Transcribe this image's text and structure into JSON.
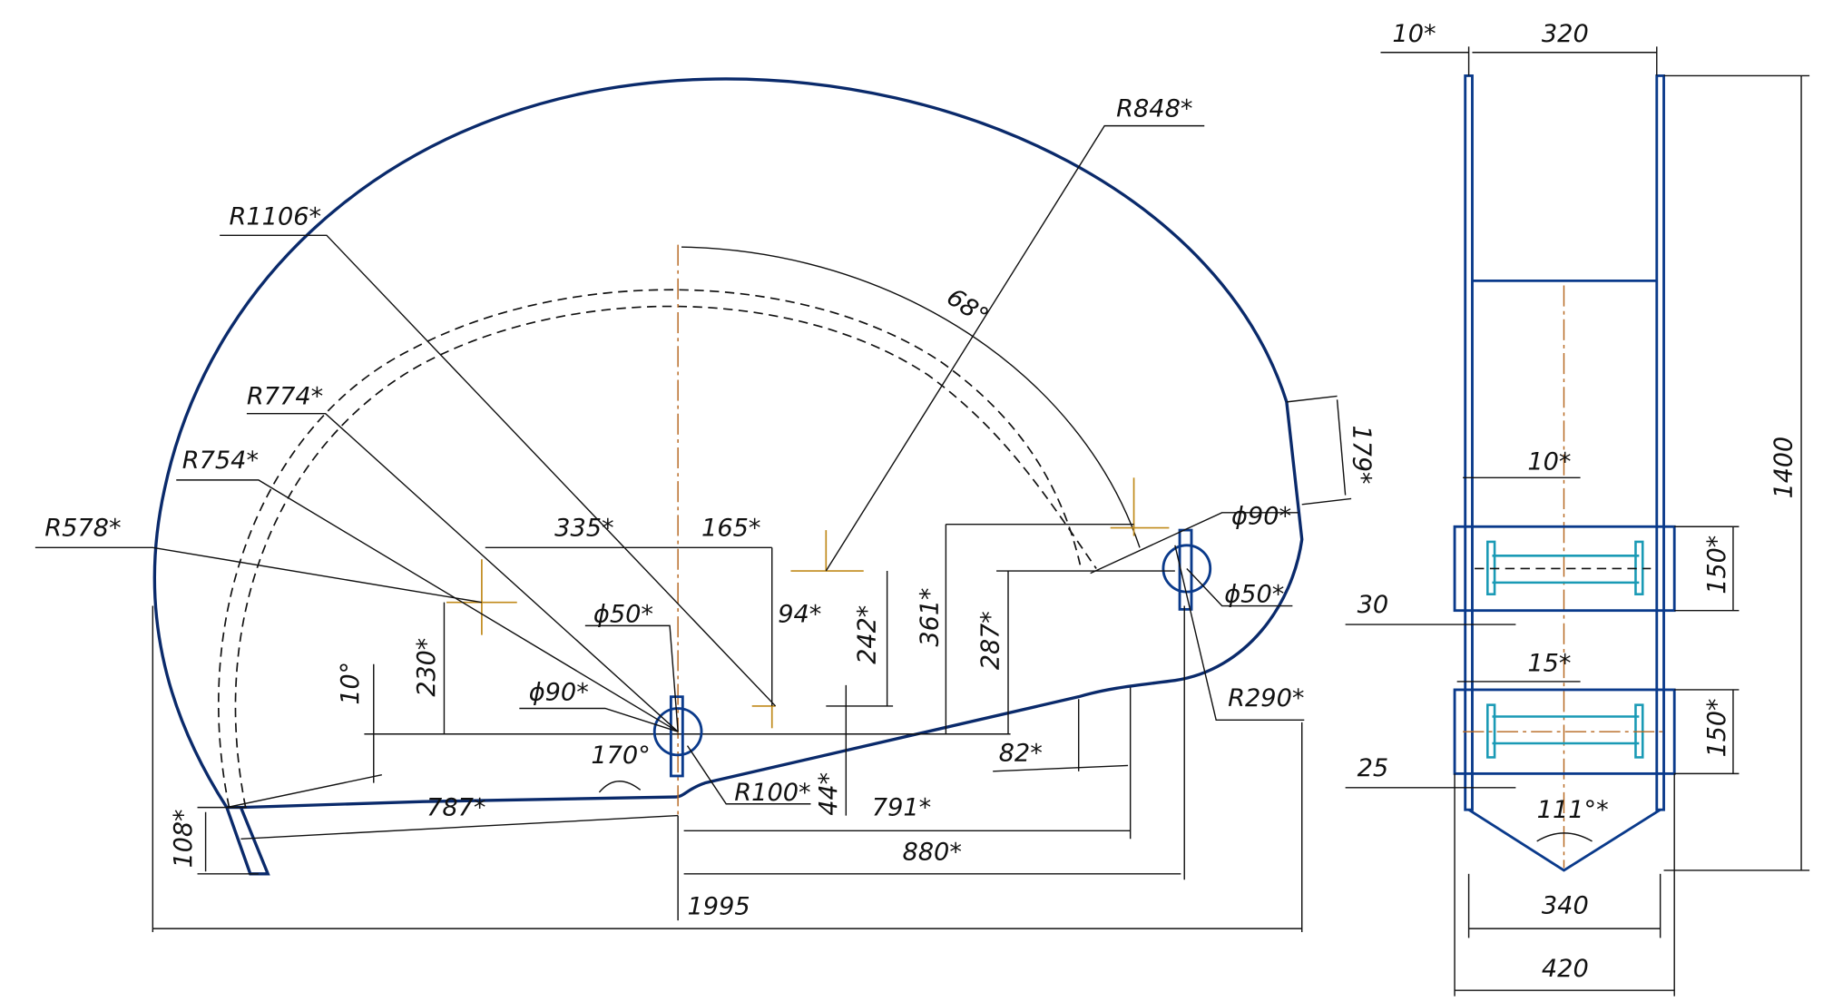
{
  "side_view": {
    "labels": {
      "r1106": "R1106*",
      "r848": "R848*",
      "a68": "68°",
      "r774": "R774*",
      "r754": "R754*",
      "r578": "R578*",
      "d335": "335*",
      "d165": "165*",
      "phi90_right": "ϕ90*",
      "phi50_right": "ϕ50*",
      "phi50_center": "ϕ50*",
      "d94": "94*",
      "d242": "242*",
      "d361": "361*",
      "d287": "287*",
      "d230": "230*",
      "a10": "10°",
      "phi90_center": "ϕ90*",
      "a170": "170°",
      "d82": "82*",
      "r100": "R100*",
      "d44": "44*",
      "d791": "791*",
      "d787": "787*",
      "d880": "880*",
      "d108": "108*",
      "d1995": "1995",
      "r290": "R290*",
      "d179": "179*"
    }
  },
  "front_view": {
    "labels": {
      "d10_top": "10*",
      "d320": "320",
      "d1400": "1400",
      "d10_mid": "10*",
      "d150_upper": "150*",
      "d30": "30",
      "d15": "15*",
      "d150_lower": "150*",
      "d25": "25",
      "a111": "111°*",
      "d340": "340",
      "d420": "420"
    }
  }
}
